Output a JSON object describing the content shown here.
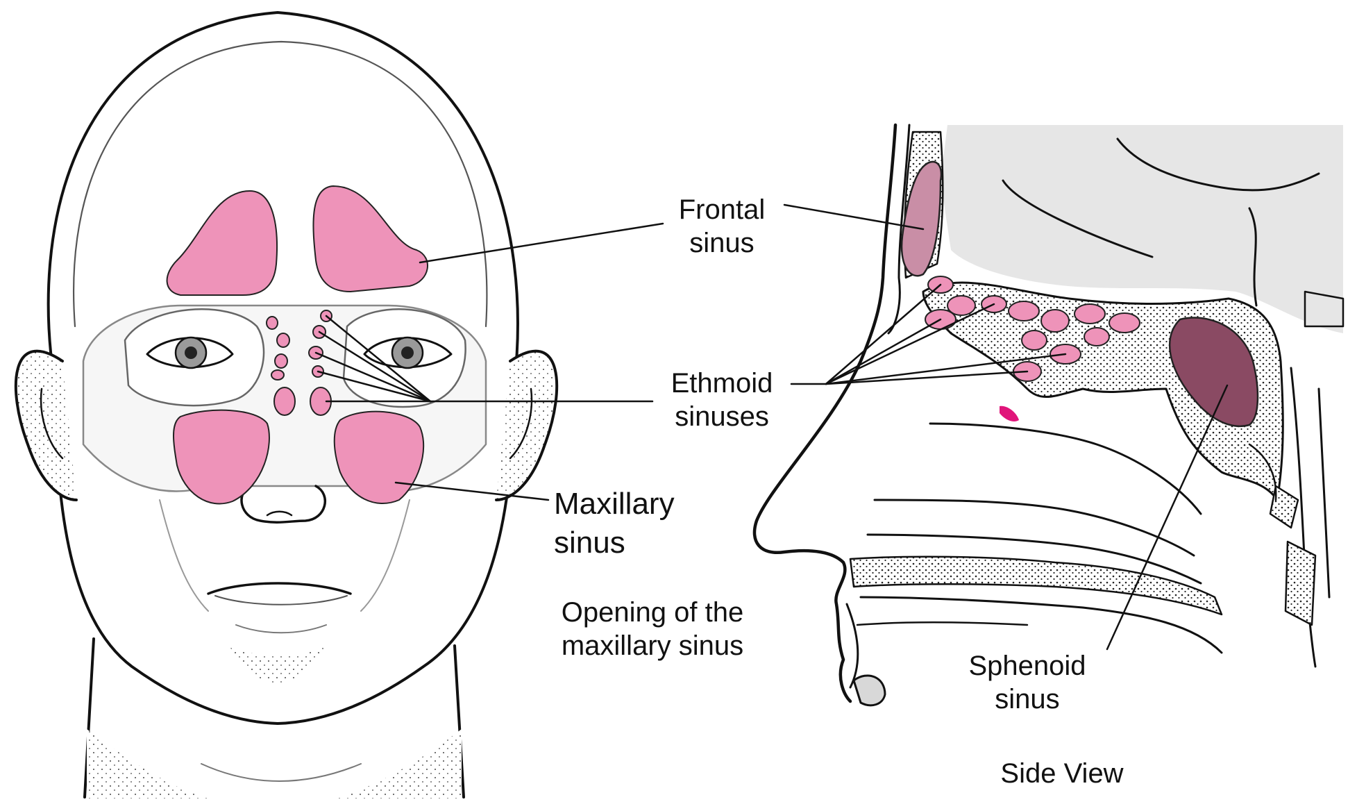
{
  "labels": {
    "frontal": {
      "line1": "Frontal",
      "line2": "sinus"
    },
    "ethmoid": {
      "line1": "Ethmoid",
      "line2": "sinuses"
    },
    "maxillary": {
      "line1": "Maxillary",
      "line2": "sinus"
    },
    "opening": {
      "line1": "Opening of the",
      "line2": "maxillary sinus"
    },
    "sphenoid": {
      "line1": "Sphenoid",
      "line2": "sinus"
    },
    "side_view": "Side View"
  },
  "colors": {
    "sinus_pink": "#ee93b9",
    "frontal_side": "#c98ea6",
    "sphenoid_side": "#8a4a63",
    "opening_mark": "#e0157a",
    "cavity_gray": "#e6e6e6"
  }
}
